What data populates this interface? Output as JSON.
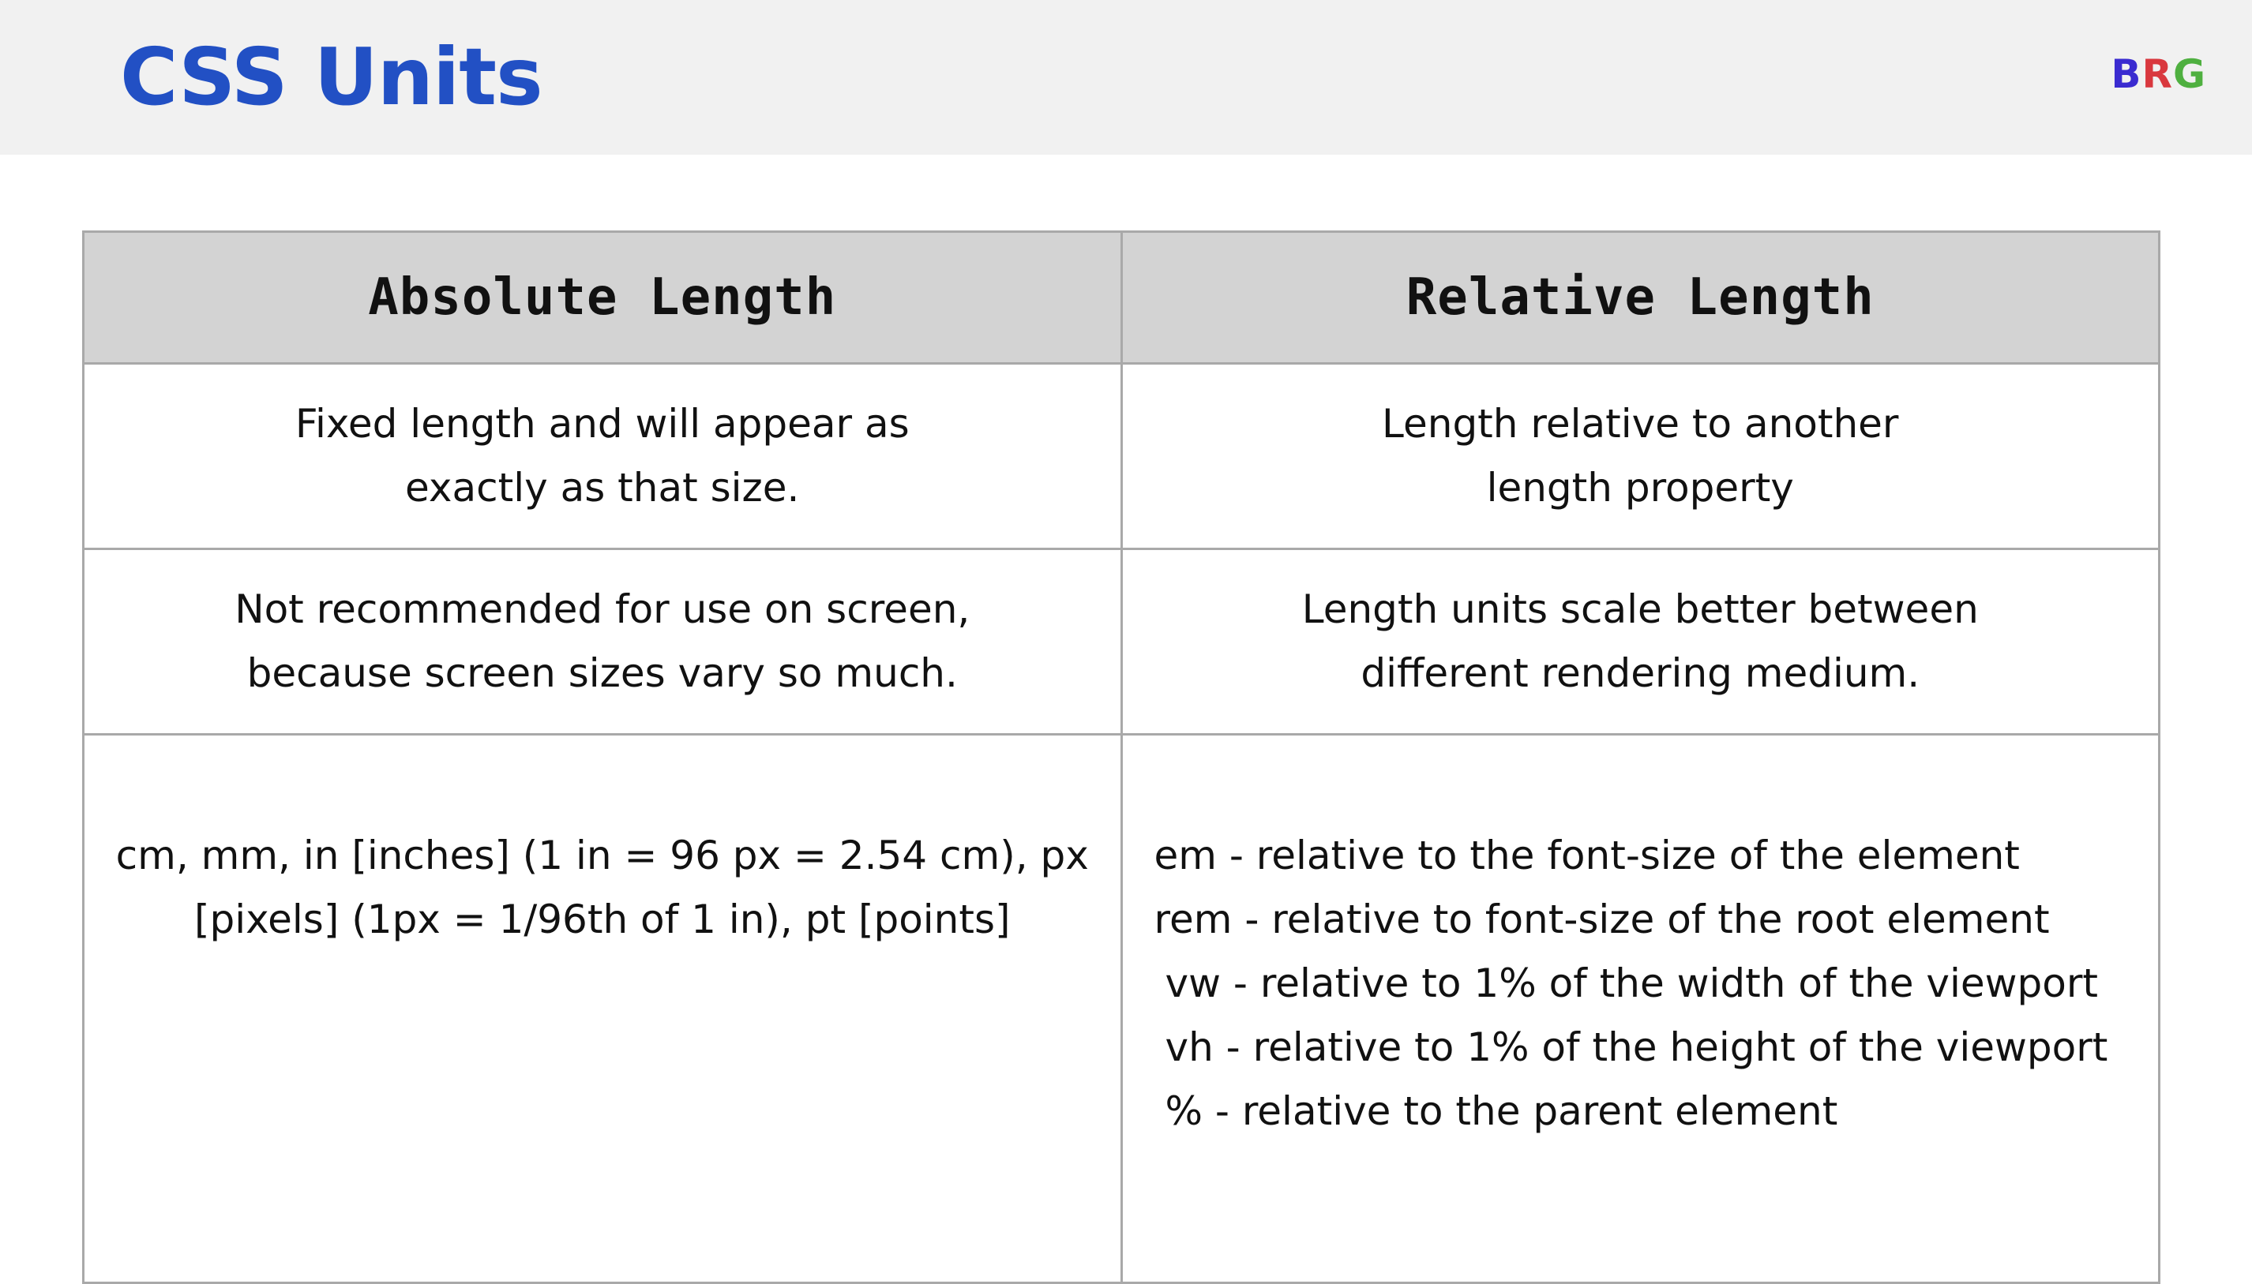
{
  "header": {
    "title": "CSS Units",
    "logo": {
      "letters": [
        "B",
        "R",
        "G"
      ],
      "colors": [
        "#3a2bd0",
        "#d9383e",
        "#4fb040"
      ]
    }
  },
  "accent_color": "#2250c4",
  "table": {
    "columns": [
      "Absolute Length",
      "Relative Length"
    ],
    "rows": [
      [
        [
          "Fixed length and will appear as",
          "exactly as that size."
        ],
        [
          "Length relative to another",
          "length property"
        ]
      ],
      [
        [
          "Not recommended for use on screen,",
          "because screen sizes vary so much."
        ],
        [
          "Length units scale better between",
          "different rendering medium."
        ]
      ],
      [
        [
          "cm, mm, in [inches] (1 in = 96 px = 2.54 cm), px",
          "[pixels] (1px = 1/96th of 1 in), pt [points]"
        ],
        [
          "em - relative to the font-size of the element",
          "rem - relative to font-size of the root element",
          "vw - relative to 1% of the width of the viewport",
          "vh - relative to 1% of the height of the viewport",
          "% - relative to the parent element"
        ]
      ]
    ]
  }
}
